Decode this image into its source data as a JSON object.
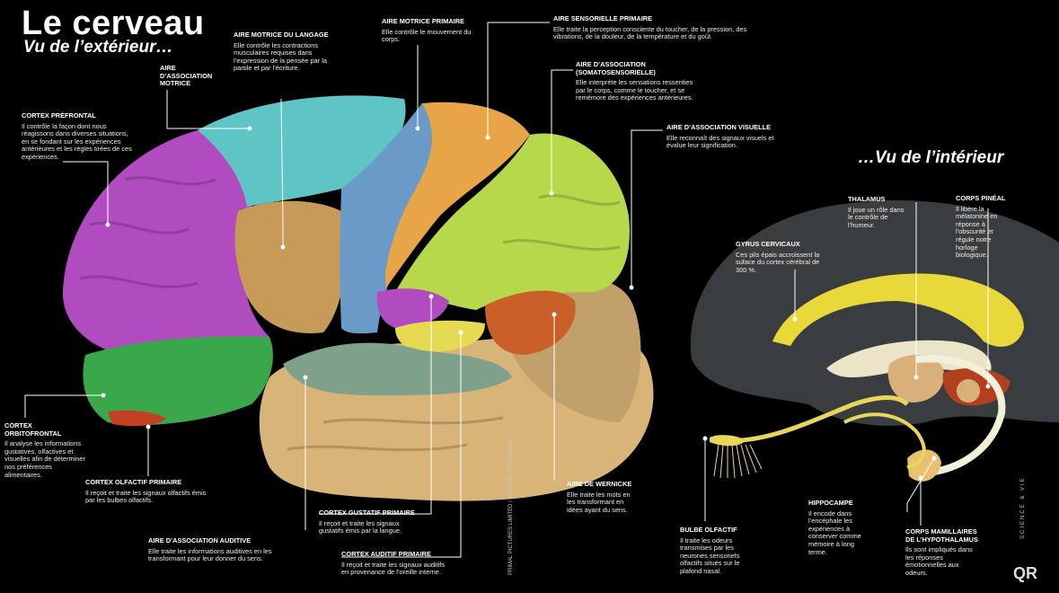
{
  "title": "Le cerveau",
  "subtitle": "Vu de l’extérieur…",
  "inner_title": "…Vu de l’intérieur",
  "annotations": {
    "langage": {
      "title": "AIRE MOTRICE DU LANGAGE",
      "text": "Elle contrôle les contractions musculaires requises dans l’expression de la pensée par la parole et par l’écriture."
    },
    "motrice_primaire": {
      "title": "AIRE MOTRICE PRIMAIRE",
      "text": "Elle contrôle le mouvement du corps."
    },
    "sensorielle": {
      "title": "AIRE SENSORIELLE PRIMAIRE",
      "text": "Elle traite la perception consciente du toucher, de la pression, des vibrations, de la douleur, de la température et du goût."
    },
    "assoc_motrice": {
      "title": "AIRE D’ASSOCIATION MOTRICE",
      "text": ""
    },
    "somato": {
      "title": "AIRE D’ASSOCIATION (SOMATOSENSORIELLE)",
      "text": "Elle interprète les sensations ressenties par le corps, comme le toucher, et se remémore des expériences antérieures."
    },
    "prefrontal": {
      "title": "CORTEX PRÉFRONTAL",
      "text": "Il contrôle la façon dont nous réagissons dans diverses situations, en se fondant sur les expériences antérieures et les règles tirées de ces expériences."
    },
    "visuelle": {
      "title": "AIRE D’ASSOCIATION VISUELLE",
      "text": "Elle reconnaît des signaux visuels et évalue leur signification."
    },
    "orbitofrontal": {
      "title": "CORTEX ORBITOFRONTAL",
      "text": "Il analyse les informations gustatives, olfactives et visuelles afin de déterminer nos préférences alimentaires."
    },
    "olfactif": {
      "title": "CORTEX OLFACTIF PRIMAIRE",
      "text": "Il reçoit et traite les signaux olfactifs émis par les bulbes olfactifs."
    },
    "gustatif": {
      "title": "CORTEX GUSTATIF PRIMAIRE",
      "text": "Il reçoit et traite les signaux gustatifs émis par la langue."
    },
    "assoc_auditive": {
      "title": "AIRE D’ASSOCIATION AUDITIVE",
      "text": "Elle traite les informations auditives en les transformant pour leur donner du sens."
    },
    "auditif": {
      "title": "CORTEX AUDITIF PRIMAIRE",
      "text": "Il reçoit et traite les signaux auditifs en provenance de l’oreille interne."
    },
    "wernicke": {
      "title": "AIRE DE WERNICKE",
      "text": "Elle traite les mots en les transformant en idées ayant du sens."
    },
    "thalamus": {
      "title": "THALAMUS",
      "text": "Il joue un rôle dans le contrôle de l’humeur."
    },
    "pineal": {
      "title": "CORPS PINÉAL",
      "text": "Il libère la mélatonine en réponse à l’obscurité et régule notre horloge biologique."
    },
    "gyrus": {
      "title": "GYRUS CERVICAUX",
      "text": "Ces plis épais accroissent la suface du cortex cérébral de 300 %."
    },
    "hippocampe": {
      "title": "HIPPOCAMPE",
      "text": "Il encode dans l’encéphale les expériences à conserver comme mémoire à long terme."
    },
    "bulbe": {
      "title": "BULBE OLFACTIF",
      "text": "Il traite les odeurs transmises par les neurones sensoriels olfactifs situés sur le plafond nasal."
    },
    "mamillaires": {
      "title": "CORPS MAMILLAIRES DE L’HYPOTHALAMUS",
      "text": "Ils sont impliqués dans les réponses émotionnelles aux odeurs."
    }
  },
  "credit": "PRIMAL PICTURES LIMITED / ÉDITIONS TÉLÉMAQUE",
  "brand": "SCIENCE & VIE",
  "logo": "QR"
}
